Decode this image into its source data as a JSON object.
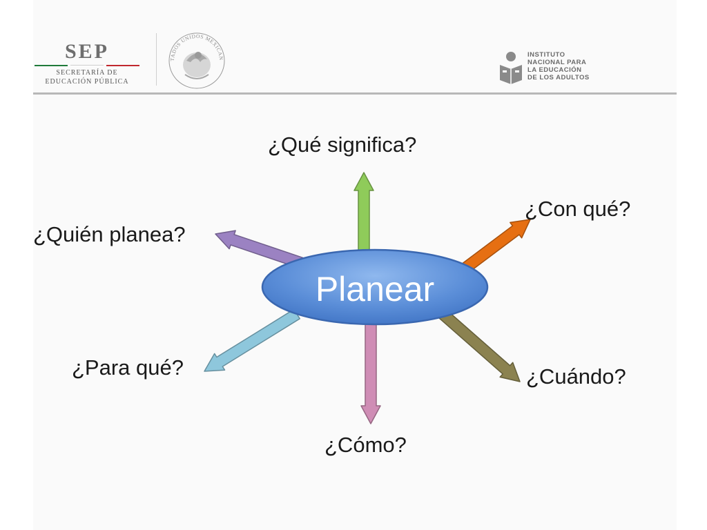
{
  "header": {
    "sep_abbrev": "SEP",
    "sep_line1": "SECRETARÍA DE",
    "sep_line2": "EDUCACIÓN PÚBLICA",
    "seal_text": "ESTADOS UNIDOS MEXICANOS",
    "inea_lines": [
      "INSTITUTO",
      "NACIONAL PARA",
      "LA EDUCACIÓN",
      "DE LOS ADULTOS"
    ]
  },
  "diagram": {
    "center_label": "Planear",
    "center_color": "#5b8ed8",
    "branches": [
      {
        "id": "que-significa",
        "label": "¿Qué significa?",
        "color": "#8fcb5a"
      },
      {
        "id": "con-que",
        "label": "¿Con qué?",
        "color": "#e66f12"
      },
      {
        "id": "cuando",
        "label": "¿Cuándo?",
        "color": "#8b8250"
      },
      {
        "id": "como",
        "label": "¿Cómo?",
        "color": "#cf8db5"
      },
      {
        "id": "para-que",
        "label": "¿Para qué?",
        "color": "#8ec7dc"
      },
      {
        "id": "quien-planea",
        "label": "¿Quién planea?",
        "color": "#9b82c2"
      }
    ]
  }
}
